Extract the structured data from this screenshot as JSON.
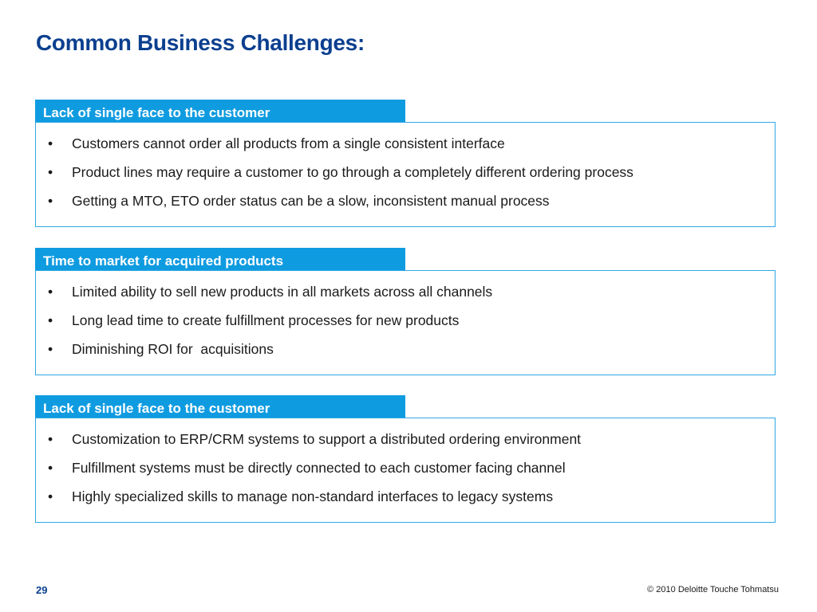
{
  "title": "Common Business Challenges:",
  "sections": [
    {
      "header": "Lack of single face to the customer",
      "bullets": [
        "Customers cannot order all products from a single consistent interface",
        "Product lines may require a customer to go through a completely different ordering process",
        "Getting a MTO, ETO order status can be a slow, inconsistent manual process"
      ]
    },
    {
      "header": "Time to market for acquired products",
      "bullets": [
        "Limited ability to sell new products in all markets across all channels",
        "Long lead time to create fulfillment processes for new products",
        "Diminishing ROI for  acquisitions"
      ]
    },
    {
      "header": "Lack of single face to the customer",
      "bullets": [
        "Customization to ERP/CRM systems to support a distributed ordering environment",
        "Fulfillment systems must be directly connected to each customer facing channel",
        "Highly specialized skills to manage non-standard interfaces to legacy systems"
      ]
    }
  ],
  "bullet_symbol": "•",
  "footer": {
    "page_number": "29",
    "copyright": "© 2010 Deloitte Touche Tohmatsu"
  },
  "colors": {
    "title": "#0b3f8f",
    "header_bg": "#0f9be0",
    "box_border": "#2fa8e4"
  }
}
